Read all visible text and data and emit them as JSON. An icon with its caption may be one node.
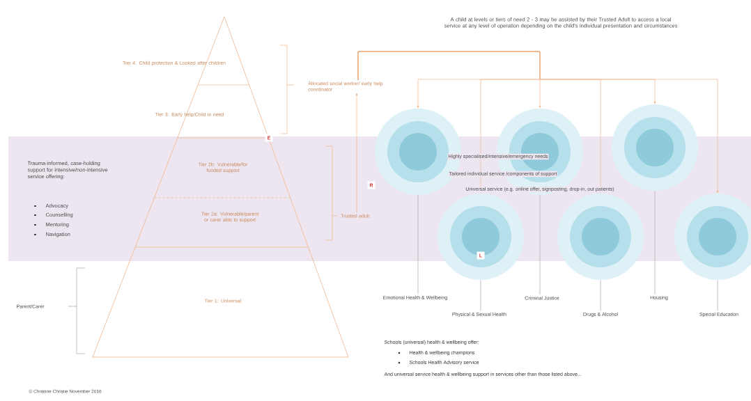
{
  "diagram": {
    "nodes": [
      {
        "text": [
          "Tier 4: Child protection & Looked after children"
        ]
      },
      {
        "text": [
          "Tier 3: Early help/Child in need"
        ]
      },
      {
        "text": [
          "Tier 2b: Vulnerable/for funded support"
        ]
      },
      {
        "text": [
          "Tier 2a: Vulnerable/parent or carer able to support"
        ]
      },
      {
        "text": [
          "Tier 1: Universal"
        ]
      },
      {
        "text": [
          "Allocated social worker/ early help coordinator"
        ]
      },
      {
        "text": [
          "Trusted adult"
        ]
      },
      {
        "text": [],
        "shape": "circle"
      },
      {
        "text": [],
        "shape": "circle"
      },
      {
        "text": [],
        "shape": "circle"
      },
      {
        "text": [],
        "shape": "circle"
      },
      {
        "text": [],
        "shape": "circle"
      },
      {
        "text": [],
        "shape": "circle"
      },
      {
        "text": [
          "Emotional Health & Wellbeing"
        ]
      },
      {
        "text": [
          "Criminal Justice"
        ]
      },
      {
        "text": [
          "Housing"
        ]
      },
      {
        "text": [
          "Physical & Sexual Health"
        ]
      },
      {
        "text": [
          "Drugs & Alcohol"
        ]
      },
      {
        "text": [
          "Special Education"
        ]
      }
    ],
    "edges": [
      {
        "from": 6,
        "to": 5,
        "arrow": "to"
      },
      {
        "from": 5,
        "to": 7,
        "arrow": "to"
      },
      {
        "from": 5,
        "to": 8,
        "arrow": "to"
      },
      {
        "from": 5,
        "to": 9,
        "arrow": "to"
      },
      {
        "from": 5,
        "to": 10,
        "arrow": "to"
      },
      {
        "from": 5,
        "to": 11,
        "arrow": "to"
      },
      {
        "from": 5,
        "to": 12,
        "arrow": "to"
      },
      {
        "from": 7,
        "to": 13,
        "arrow": "none"
      },
      {
        "from": 8,
        "to": 14,
        "arrow": "none"
      },
      {
        "from": 9,
        "to": 15,
        "arrow": "none"
      },
      {
        "from": 10,
        "to": 16,
        "arrow": "none"
      },
      {
        "from": 11,
        "to": 17,
        "arrow": "none"
      },
      {
        "from": 12,
        "to": 18,
        "arrow": "none"
      }
    ],
    "labels": [
      "A child at levels or tiers of need 2 - 3 may be assisted by their Trusted Adult to access a local service at any level of operation depending on the child's individual presentation and circumstances",
      "Highly specialised/intensive/emergency needs",
      "Tailored individual service /components of support",
      "Universal service (e.g. online offer, signposting, drop-in, out patients)",
      "E",
      "Trauma-informed, case-holding support for intensive/non-intensive service offering:",
      "Advocacy",
      "Counselling",
      "Mentoring",
      "Navigation",
      "R",
      "L",
      "Parent/Carer",
      "Schools (universal) health & wellbeing offer:",
      "Health & wellbeing champions",
      "Schools Health Advisory service",
      "And universal service health & wellbeing support in services other than those listed above...",
      "© Christine Christie November 2016"
    ]
  }
}
